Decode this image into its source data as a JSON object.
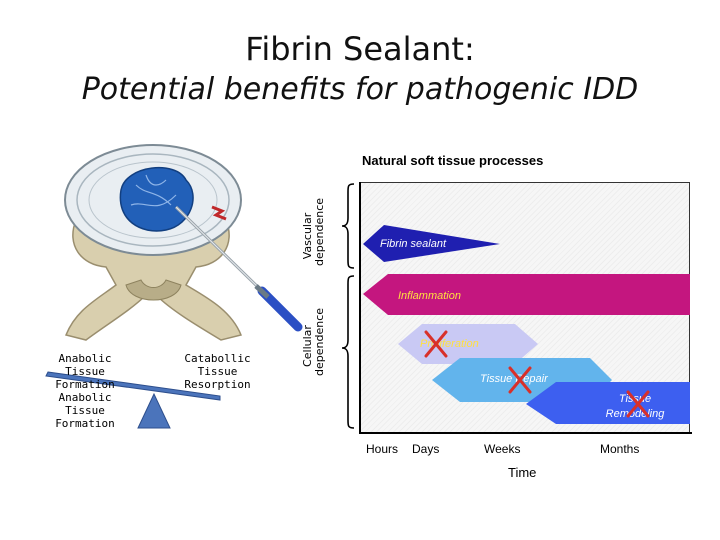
{
  "header": {
    "title": "Fibrin Sealant:",
    "subtitle": "Potential benefits for pathogenic IDD"
  },
  "diagram": {
    "section_title": "Natural soft tissue processes",
    "side_labels": {
      "vascular": [
        "Vascular",
        "dependence"
      ],
      "cellular": [
        "Cellular",
        "dependence"
      ]
    },
    "phases": [
      {
        "label": "Fibrin sealant",
        "color": "#1f1fb0",
        "text_color": "#ffffff"
      },
      {
        "label": "Inflammation",
        "color": "#c4167f",
        "text_color": "#ffe040"
      },
      {
        "label": "Proliferation",
        "color": "#c9c9f4",
        "text_color": "#ffe040",
        "crossed": true
      },
      {
        "label": "Tissue Repair",
        "color": "#62b4ec",
        "text_color": "#ffffff",
        "crossed": true
      },
      {
        "label": "Tissue Remodeling",
        "color": "#3d5ff0",
        "text_color": "#ffffff",
        "crossed": true
      }
    ],
    "x_ticks": [
      "Hours",
      "Days",
      "Weeks",
      "Months"
    ],
    "x_title": "Time",
    "cross_color": "#d8302a"
  },
  "balance": {
    "left_text": [
      "Anabolic",
      "Tissue",
      "Formation",
      "Anabolic",
      "Tissue",
      "Formation"
    ],
    "right_text": [
      "Catabollic",
      "Tissue",
      "Resorption"
    ],
    "color": "#4b74bb"
  }
}
